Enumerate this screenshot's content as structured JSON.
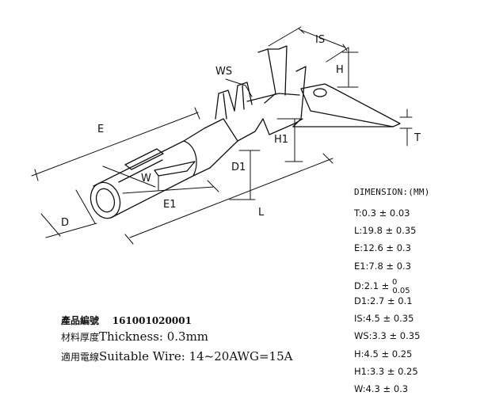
{
  "diagram": {
    "labels": {
      "IS": "IS",
      "H": "H",
      "WS": "WS",
      "T": "T",
      "E": "E",
      "H1": "H1",
      "D1": "D1",
      "W": "W",
      "E1": "E1",
      "L": "L",
      "D": "D"
    }
  },
  "spec_table": {
    "title": "DIMENSION:(MM)",
    "rows": [
      {
        "key": "T",
        "value": "0.3 ± 0.03"
      },
      {
        "key": "L",
        "value": "19.8 ± 0.35"
      },
      {
        "key": "E",
        "value": "12.6 ± 0.3"
      },
      {
        "key": "E1",
        "value": "7.8 ± 0.3"
      },
      {
        "key": "D",
        "value": "2.1",
        "tol_plus": "0",
        "tol_minus": "0.05"
      },
      {
        "key": "D1",
        "value": "2.7 ± 0.1"
      },
      {
        "key": "IS",
        "value": "4.5 ± 0.35"
      },
      {
        "key": "WS",
        "value": "3.3 ± 0.35"
      },
      {
        "key": "H",
        "value": "4.5 ± 0.25"
      },
      {
        "key": "H1",
        "value": "3.3 ± 0.25"
      },
      {
        "key": "W",
        "value": "4.3 ± 0.3"
      }
    ]
  },
  "product_info": {
    "part_label": "產品編號",
    "part_number": "161001020001",
    "thickness_label_cjk": "材料厚度",
    "thickness_text": "Thickness: 0.3mm",
    "wire_label_cjk": "適用電線",
    "wire_text": "Suitable  Wire: 14~20AWG=15A"
  }
}
